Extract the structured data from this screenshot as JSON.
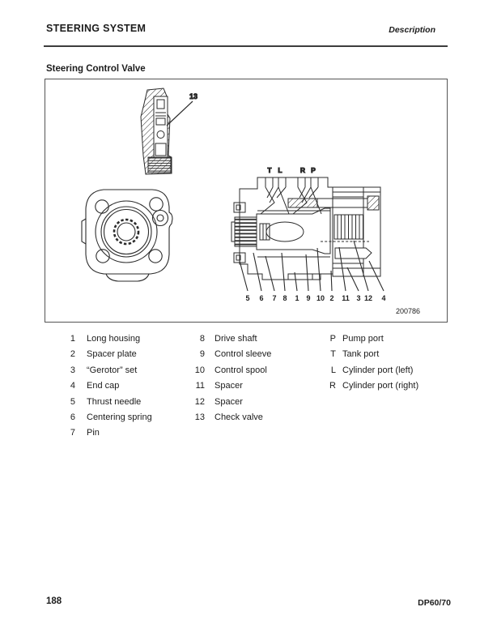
{
  "header": {
    "title": "STEERING SYSTEM",
    "description": "Description"
  },
  "section_title": "Steering Control Valve",
  "figure": {
    "code": "200786",
    "check_valve_label": "13",
    "ports": [
      "T",
      "L",
      "R",
      "P"
    ],
    "callouts": [
      "5",
      "6",
      "7",
      "8",
      "1",
      "9",
      "10",
      "2",
      "11",
      "3",
      "12",
      "4"
    ]
  },
  "parts": {
    "col1": [
      {
        "num": "1",
        "label": "Long housing"
      },
      {
        "num": "2",
        "label": "Spacer plate"
      },
      {
        "num": "3",
        "label": "“Gerotor” set"
      },
      {
        "num": "4",
        "label": "End cap"
      },
      {
        "num": "5",
        "label": "Thrust needle"
      },
      {
        "num": "6",
        "label": "Centering spring"
      },
      {
        "num": "7",
        "label": "Pin"
      }
    ],
    "col2": [
      {
        "num": "8",
        "label": "Drive shaft"
      },
      {
        "num": "9",
        "label": "Control sleeve"
      },
      {
        "num": "10",
        "label": "Control spool"
      },
      {
        "num": "11",
        "label": "Spacer"
      },
      {
        "num": "12",
        "label": "Spacer"
      },
      {
        "num": "13",
        "label": "Check valve"
      }
    ],
    "col3": [
      {
        "num": "P",
        "label": "Pump port"
      },
      {
        "num": "T",
        "label": "Tank port"
      },
      {
        "num": "L",
        "label": "Cylinder port (left)"
      },
      {
        "num": "R",
        "label": "Cylinder port (right)"
      }
    ]
  },
  "footer": {
    "page_number": "188",
    "model": "DP60/70"
  }
}
